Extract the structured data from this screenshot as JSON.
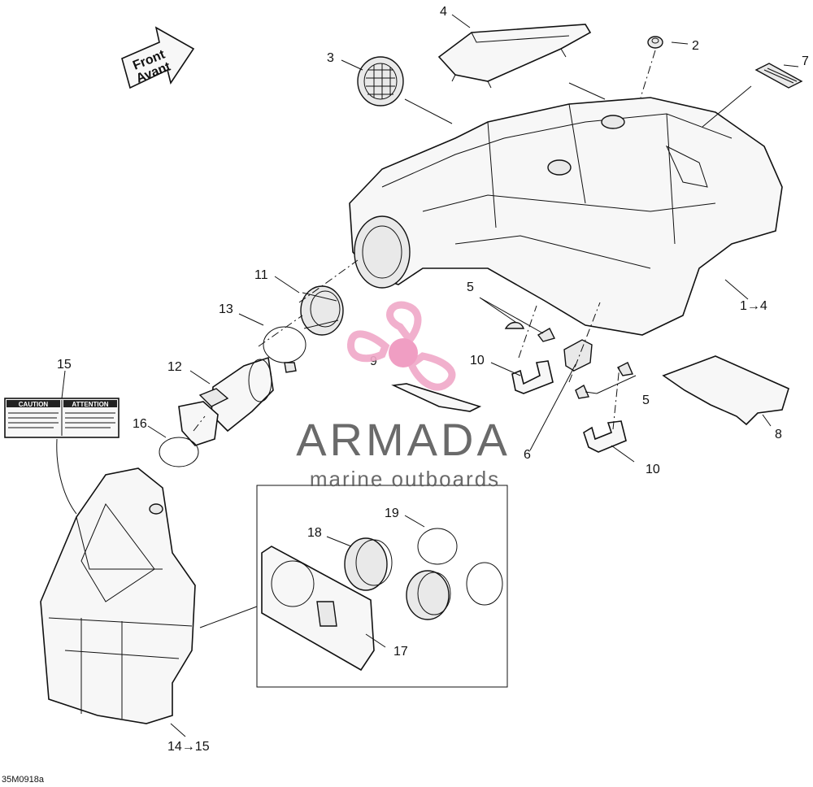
{
  "diagram": {
    "drawing_code": "35M0918a",
    "front_arrow": {
      "line1": "Front",
      "line2": "Avant"
    },
    "callouts": {
      "c1_4": "1→4",
      "c2": "2",
      "c3": "3",
      "c4": "4",
      "c5a": "5",
      "c5b": "5",
      "c6": "6",
      "c7": "7",
      "c8": "8",
      "c9": "9",
      "c10a": "10",
      "c10b": "10",
      "c11": "11",
      "c12": "12",
      "c13": "13",
      "c14_15": "14→15",
      "c15": "15",
      "c16": "16",
      "c17": "17",
      "c18": "18",
      "c19": "19"
    },
    "warning_label": {
      "left_title": "CAUTION",
      "right_title": "ATTENTION"
    }
  },
  "watermark": {
    "brand": "ARMADA",
    "tagline": "marine outboards",
    "colors": {
      "propeller": "#f0a8c8",
      "hub": "#ef94bd",
      "text": "#5a5a5a"
    }
  }
}
